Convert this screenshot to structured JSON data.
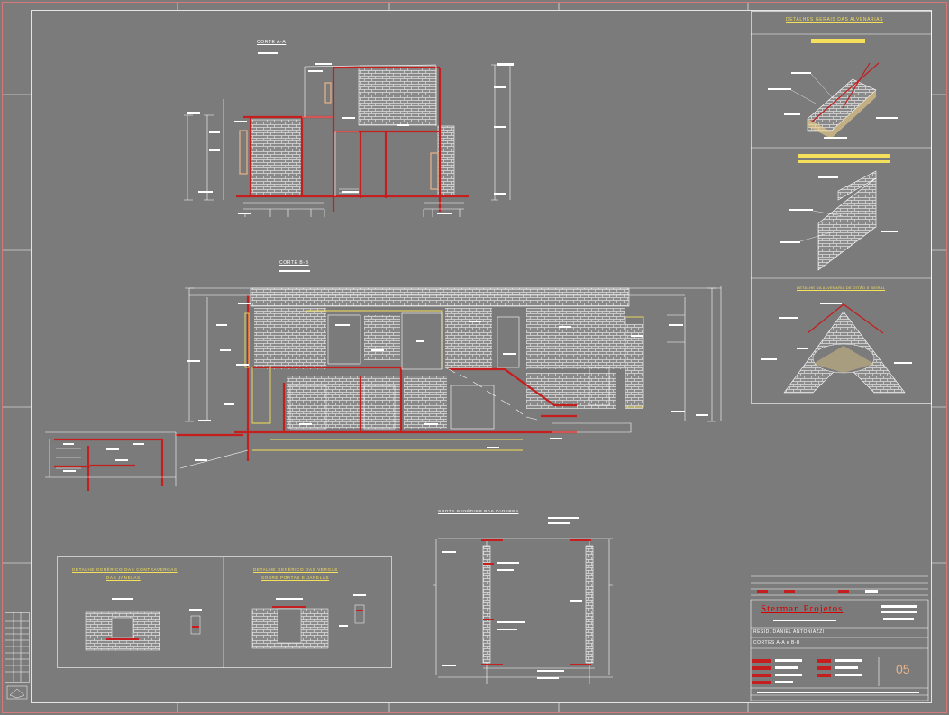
{
  "sheet": {
    "colors": {
      "background": "#7b7b7b",
      "frame": "#d47a7a",
      "line": "#ffffff",
      "wall_red": "#c41e1e",
      "accent_yellow": "#f4e05a",
      "block_hatch": "#d9d9d9"
    }
  },
  "sections": {
    "section_a_title": "CORTE A-A",
    "section_b_title": "CORTE B-B",
    "generic_wall_section_title": "CORTE GENÉRICO DAS PAREDES"
  },
  "details": {
    "panel_title": "DETALHES GERAIS DAS ALVENARIAS",
    "eave_detail_title": "DETALHE DA ALVENARIA DE OITÃO E BEIRAL",
    "lintel_detail_title_line1": "DETALHE GENÉRICO DAS VERGAS",
    "lintel_detail_title_line2": "SOBRE PORTAS E JANELAS",
    "counter_lintel_title_line1": "DETALHE GENÉRICO DAS CONTRAVERGAS",
    "counter_lintel_title_line2": "DAS JANELAS"
  },
  "title_block": {
    "firm_name": "Sterman Projetos",
    "client": "RESID. DANIEL ANTONIAZZI",
    "drawing_title": "CORTES A-A e B-B",
    "sheet_number": "05"
  }
}
